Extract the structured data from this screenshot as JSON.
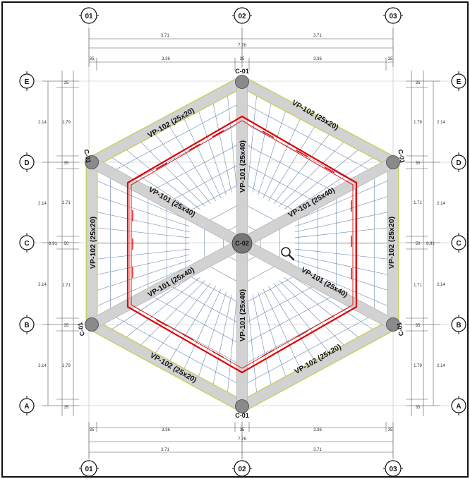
{
  "grid_axes": {
    "vertical": [
      "01",
      "02",
      "03"
    ],
    "horizontal": [
      "E",
      "D",
      "C",
      "B",
      "A"
    ]
  },
  "dimensions": {
    "top_spans": [
      "3.71",
      "3.71"
    ],
    "top_total": "7.76",
    "top_detail": [
      "35",
      "3.36",
      "35",
      "3.36",
      "35"
    ],
    "bottom_spans": [
      "3.71",
      "3.71"
    ],
    "bottom_total": "7.76",
    "bottom_detail": [
      "35",
      "3.36",
      "35",
      "3.36",
      "35"
    ],
    "left_outer": [
      "2.14",
      "2.14",
      "2.14",
      "2.14"
    ],
    "left_inner": [
      "35",
      "1.79",
      "35",
      "1.71",
      "50",
      "1.71",
      "35",
      "1.79",
      "35"
    ],
    "left_total": "8.91",
    "right_outer": [
      "2.14",
      "2.14",
      "2.14",
      "2.14"
    ],
    "right_inner": [
      "35",
      "1.79",
      "35",
      "1.71",
      "50",
      "1.71",
      "35",
      "1.79",
      "35"
    ],
    "right_total": "8.91"
  },
  "columns": {
    "top": "C-01",
    "bottom": "C-01",
    "upper_left": "C-01",
    "upper_right": "C-01",
    "lower_left": "C-01",
    "lower_right": "C-01",
    "center": "C-02"
  },
  "beams": {
    "perimeter_top_left": "VP-102 (25x20)",
    "perimeter_top_right": "VP-102 (25x20)",
    "perimeter_left": "VP-102 (25x20)",
    "perimeter_right": "VP-102 (25x20)",
    "perimeter_bottom_left": "VP-102 (25x20)",
    "perimeter_bottom_right": "VP-102 (25x20)",
    "radial_upper_left": "VP-101 (25x40)",
    "radial_upper_right": "VP-101 (25x40)",
    "radial_lower_left": "VP-101 (25x40)",
    "radial_lower_right": "VP-101 (25x40)",
    "radial_up": "VP-101 (25x40)",
    "radial_down": "VP-101 (25x40)"
  },
  "icons": {
    "zoom": "magnifier-icon"
  },
  "colors": {
    "beam_fill": "#d2d2d2",
    "perimeter_edge": "#c9cf6a",
    "red_reinforcement": "#e00000",
    "joist_line": "#5c7fa8",
    "column_fill": "#8a8a8a"
  }
}
